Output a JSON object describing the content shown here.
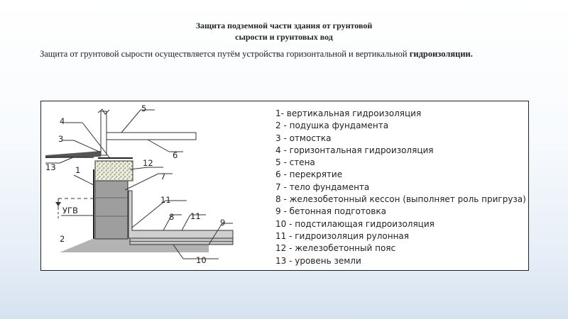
{
  "slide": {
    "title_line1": "Защита подземной части здания от грунтовой",
    "title_line2": "сырости и грунтовых вод",
    "intro_text": "Защита от грунтовой сырости осуществляется путём устройства горизонтальной и вертикальной ",
    "intro_bold": "гидроизоляции."
  },
  "diagram": {
    "callouts": [
      "1",
      "2",
      "3",
      "4",
      "5",
      "6",
      "7",
      "8",
      "9",
      "10",
      "11",
      "11",
      "12",
      "13"
    ],
    "ugv_label": "УГВ",
    "legend": [
      "1- вертикальная гидроизоляция",
      "2 - подушка фундамента",
      "3 - отмостка",
      "4 - горизонтальная гидроизоляция",
      "5 - стена",
      "6 - перекрятие",
      "7 - тело фундамента",
      "8 - железобетонный кессон (выполняет роль пригруза)",
      "9 - бетонная подготовка",
      "10 - подстилающая гидроизоляция",
      "11 - гидроизоляция рулонная",
      "12 - железобетонный пояс",
      "13 - уровень земли"
    ]
  }
}
